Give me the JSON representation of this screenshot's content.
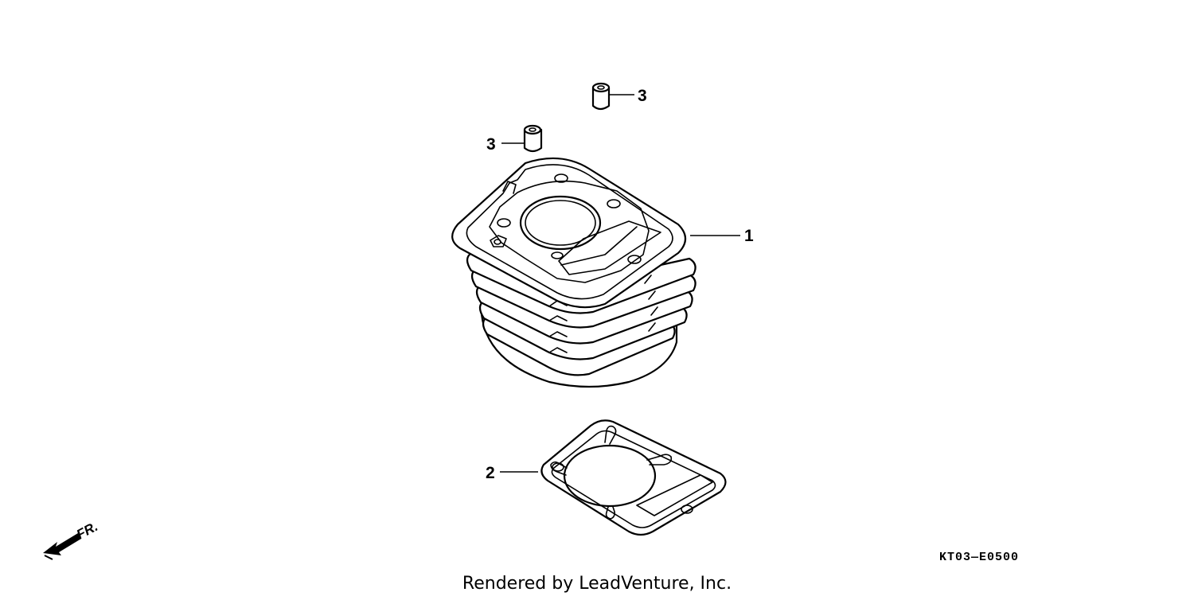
{
  "diagram": {
    "callouts": [
      {
        "part": "cylinder",
        "label": "1"
      },
      {
        "part": "cylinder-gasket",
        "label": "2"
      },
      {
        "part": "dowel-pin-front",
        "label": "3"
      },
      {
        "part": "dowel-pin-rear",
        "label": "3"
      }
    ],
    "orientation": {
      "label": "FR.",
      "icon": "front-direction-arrow-icon"
    },
    "diagram_code": "KT03—E0500",
    "footer": "Rendered by LeadVenture, Inc."
  }
}
